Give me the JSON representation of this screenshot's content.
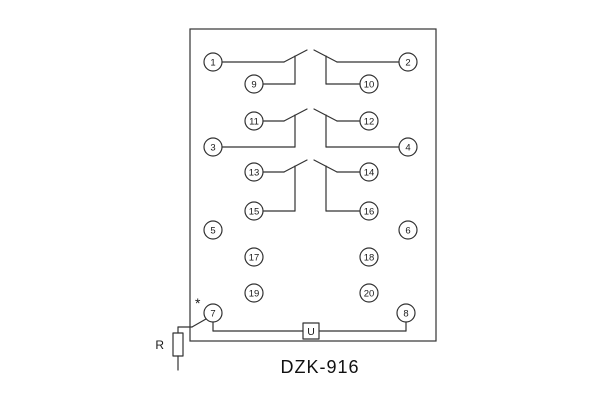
{
  "diagram": {
    "model_label": "DZK-916",
    "resistor_label": "R",
    "voltage_element_label": "U",
    "polarity_mark": "*",
    "terminals": [
      {
        "label": "1"
      },
      {
        "label": "2"
      },
      {
        "label": "3"
      },
      {
        "label": "4"
      },
      {
        "label": "5"
      },
      {
        "label": "6"
      },
      {
        "label": "7"
      },
      {
        "label": "8"
      },
      {
        "label": "9"
      },
      {
        "label": "10"
      },
      {
        "label": "11"
      },
      {
        "label": "12"
      },
      {
        "label": "13"
      },
      {
        "label": "14"
      },
      {
        "label": "15"
      },
      {
        "label": "16"
      },
      {
        "label": "17"
      },
      {
        "label": "18"
      },
      {
        "label": "19"
      },
      {
        "label": "20"
      }
    ],
    "contacts": [
      {
        "from": "1",
        "to": "9",
        "type": "normally-open"
      },
      {
        "from": "2",
        "to": "10",
        "type": "normally-open"
      },
      {
        "from": "11",
        "to": "3",
        "type": "normally-open"
      },
      {
        "from": "12",
        "to": "4",
        "type": "normally-open"
      },
      {
        "from": "13",
        "to": "15",
        "type": "normally-open"
      },
      {
        "from": "14",
        "to": "16",
        "type": "normally-open"
      },
      {
        "from": "7",
        "to": "8",
        "through": "U"
      }
    ]
  }
}
